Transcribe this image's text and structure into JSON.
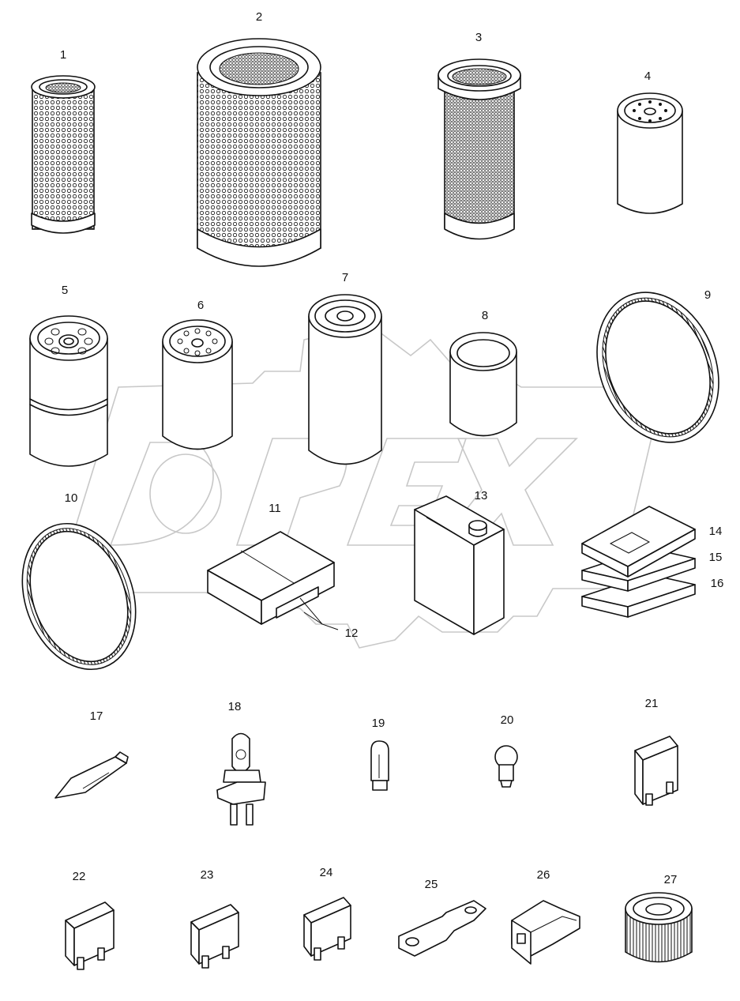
{
  "watermark": {
    "text": "OPEX",
    "color": "#c8c8c8"
  },
  "parts": [
    {
      "num": "1"
    },
    {
      "num": "2"
    },
    {
      "num": "3"
    },
    {
      "num": "4"
    },
    {
      "num": "5"
    },
    {
      "num": "6"
    },
    {
      "num": "7"
    },
    {
      "num": "8"
    },
    {
      "num": "9"
    },
    {
      "num": "10"
    },
    {
      "num": "11"
    },
    {
      "num": "12"
    },
    {
      "num": "13"
    },
    {
      "num": "14"
    },
    {
      "num": "15"
    },
    {
      "num": "16"
    },
    {
      "num": "17"
    },
    {
      "num": "18"
    },
    {
      "num": "19"
    },
    {
      "num": "20"
    },
    {
      "num": "21"
    },
    {
      "num": "22"
    },
    {
      "num": "23"
    },
    {
      "num": "24"
    },
    {
      "num": "25"
    },
    {
      "num": "26"
    },
    {
      "num": "27"
    }
  ]
}
